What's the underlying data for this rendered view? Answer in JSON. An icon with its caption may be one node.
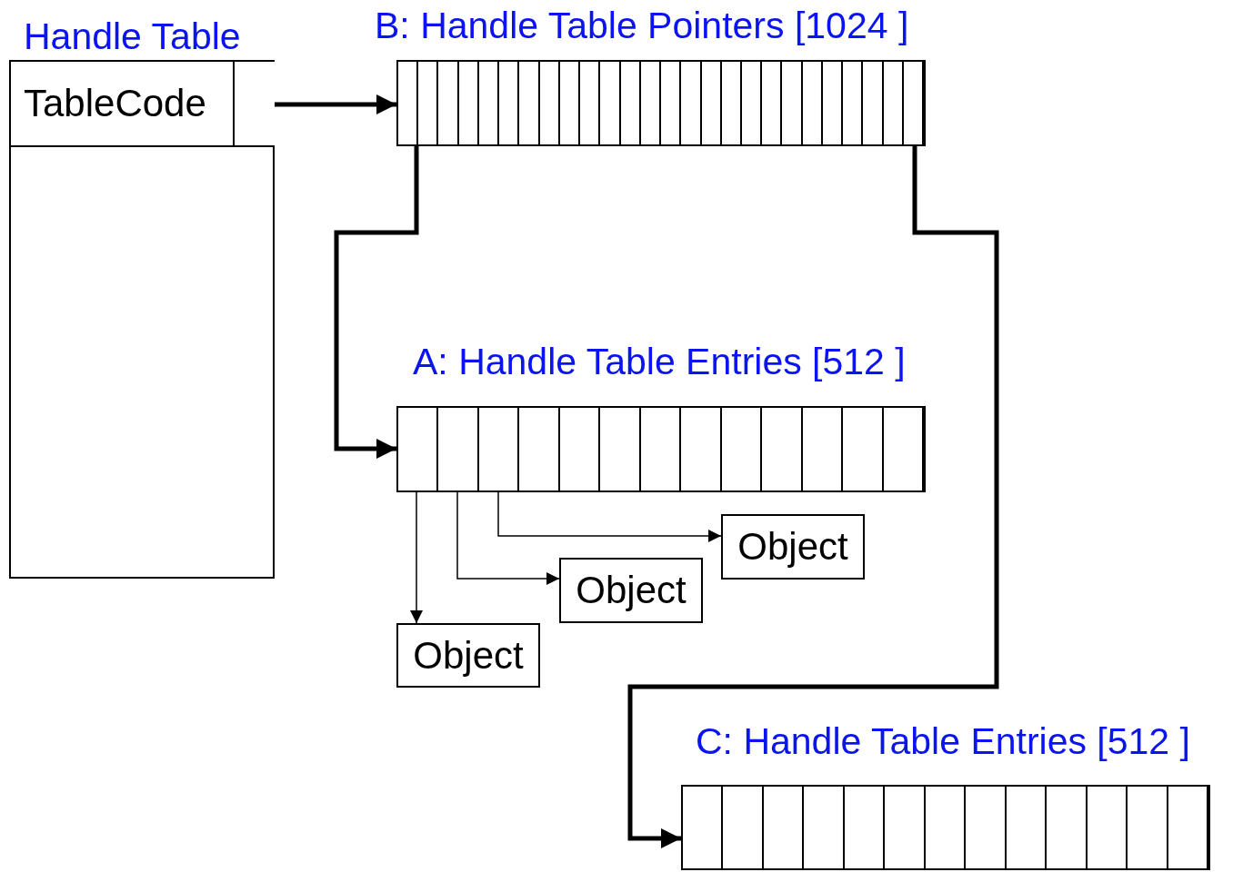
{
  "diagram": {
    "nodes": [
      {
        "text": [
          "Handle Table"
        ]
      },
      {
        "text": [
          "TableCode"
        ],
        "in": 0
      },
      {
        "text": [],
        "shape": "box",
        "in": 0
      },
      {
        "text": [
          "B: Handle Table Pointers [1024 ]"
        ]
      },
      {
        "text": [
          "A: Handle Table Entries [512 ]"
        ]
      },
      {
        "text": [
          "Object"
        ]
      },
      {
        "text": [
          "Object"
        ]
      },
      {
        "text": [
          "Object"
        ]
      },
      {
        "text": [
          "C: Handle Table Entries [512 ]"
        ]
      }
    ],
    "edges": [
      {
        "from": 2,
        "to": 3,
        "arrow": "to",
        "style": "thick"
      },
      {
        "from": 3,
        "to": 4,
        "arrow": "to",
        "style": "thick"
      },
      {
        "from": 3,
        "to": 8,
        "arrow": "to",
        "style": "thick"
      },
      {
        "from": 4,
        "to": 5,
        "arrow": "to"
      },
      {
        "from": 4,
        "to": 6,
        "arrow": "to"
      },
      {
        "from": 4,
        "to": 7,
        "arrow": "to"
      }
    ]
  }
}
